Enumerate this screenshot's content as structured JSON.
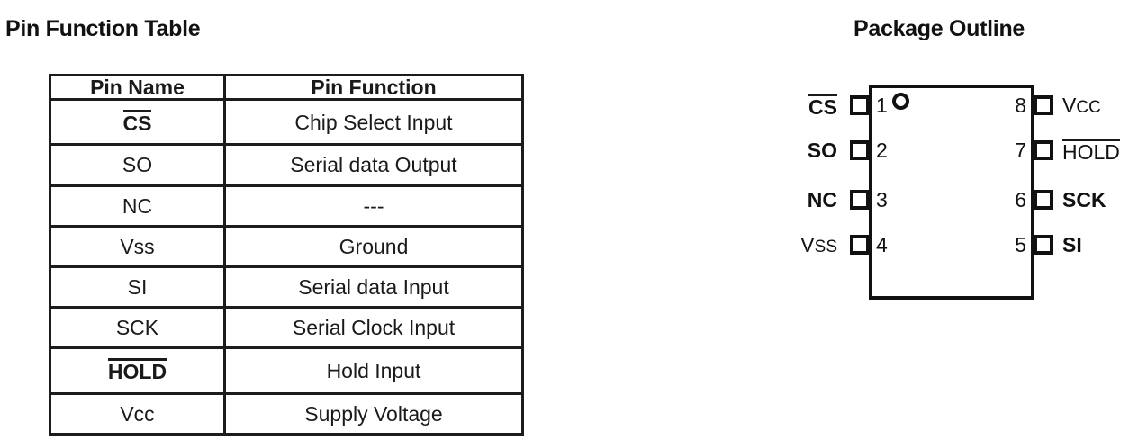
{
  "headings": {
    "table": "Pin Function Table",
    "package": "Package Outline"
  },
  "pin_table": {
    "columns": [
      "Pin Name",
      "Pin Function"
    ],
    "rows": [
      {
        "name": "CS",
        "overline": true,
        "bold": true,
        "function": "Chip Select Input"
      },
      {
        "name": "SO",
        "overline": false,
        "bold": false,
        "function": "Serial data Output"
      },
      {
        "name": "NC",
        "overline": false,
        "bold": false,
        "function": "---"
      },
      {
        "name": "Vss",
        "overline": false,
        "bold": false,
        "function": "Ground"
      },
      {
        "name": "SI",
        "overline": false,
        "bold": false,
        "function": "Serial data Input"
      },
      {
        "name": "SCK",
        "overline": false,
        "bold": false,
        "function": "Serial Clock Input"
      },
      {
        "name": "HOLD",
        "overline": true,
        "bold": true,
        "function": "Hold Input"
      },
      {
        "name": "Vcc",
        "overline": false,
        "bold": false,
        "function": "Supply Voltage"
      }
    ]
  },
  "package": {
    "pin1_marker": "pin1-dot-icon",
    "left_pins": [
      {
        "number": "1",
        "label": "CS",
        "overline": true,
        "bold": true
      },
      {
        "number": "2",
        "label": "SO",
        "overline": false,
        "bold": true
      },
      {
        "number": "3",
        "label": "NC",
        "overline": false,
        "bold": true
      },
      {
        "number": "4",
        "label": "Vss",
        "overline": false,
        "bold": false
      }
    ],
    "right_pins": [
      {
        "number": "8",
        "label": "Vcc",
        "overline": false,
        "bold": false
      },
      {
        "number": "7",
        "label": "HOLD",
        "overline": true,
        "bold": false
      },
      {
        "number": "6",
        "label": "SCK",
        "overline": false,
        "bold": true
      },
      {
        "number": "5",
        "label": "SI",
        "overline": false,
        "bold": true
      }
    ]
  },
  "colors": {
    "ink": "#111111",
    "background": "#ffffff",
    "rule": "#1c1c1c"
  }
}
